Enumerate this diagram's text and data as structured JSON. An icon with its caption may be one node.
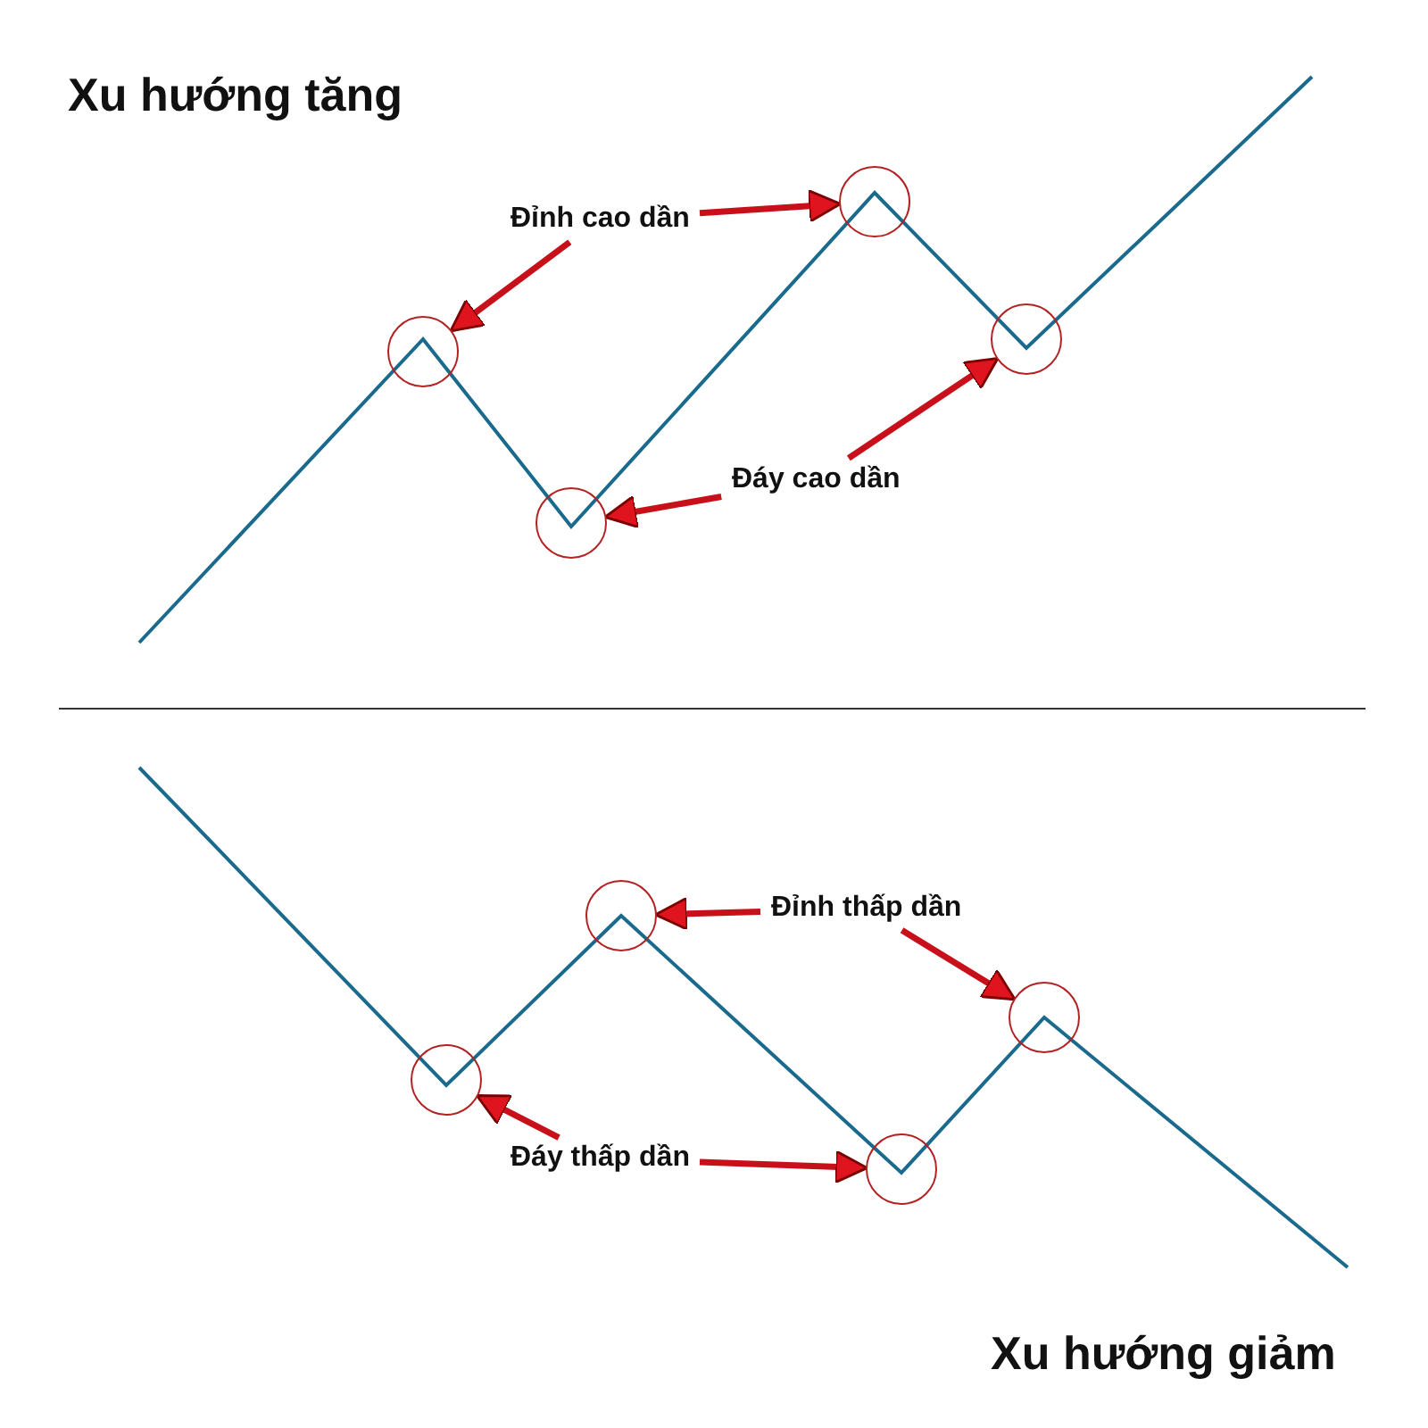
{
  "diagram": {
    "nodes": [
      {
        "text": [
          "Đỉnh cao dần"
        ]
      },
      {
        "text": [],
        "shape": "circle"
      },
      {
        "text": [],
        "shape": "circle"
      },
      {
        "text": [
          "Đáy cao dần"
        ]
      },
      {
        "text": [],
        "shape": "circle"
      },
      {
        "text": [],
        "shape": "circle"
      },
      {
        "text": [
          "Đỉnh thấp dần"
        ]
      },
      {
        "text": [],
        "shape": "circle"
      },
      {
        "text": [],
        "shape": "circle"
      },
      {
        "text": [
          "Đáy thấp dần"
        ]
      },
      {
        "text": [],
        "shape": "circle"
      },
      {
        "text": [],
        "shape": "circle"
      }
    ],
    "edges": [
      {
        "from": 0,
        "to": 1,
        "arrow": "to"
      },
      {
        "from": 0,
        "to": 2,
        "arrow": "to"
      },
      {
        "from": 3,
        "to": 4,
        "arrow": "to"
      },
      {
        "from": 3,
        "to": 5,
        "arrow": "to"
      },
      {
        "from": 6,
        "to": 7,
        "arrow": "to"
      },
      {
        "from": 6,
        "to": 8,
        "arrow": "to"
      },
      {
        "from": 9,
        "to": 10,
        "arrow": "to"
      },
      {
        "from": 9,
        "to": 11,
        "arrow": "to"
      }
    ],
    "labels": [
      "Xu hướng tăng",
      "Xu hướng giảm"
    ]
  }
}
